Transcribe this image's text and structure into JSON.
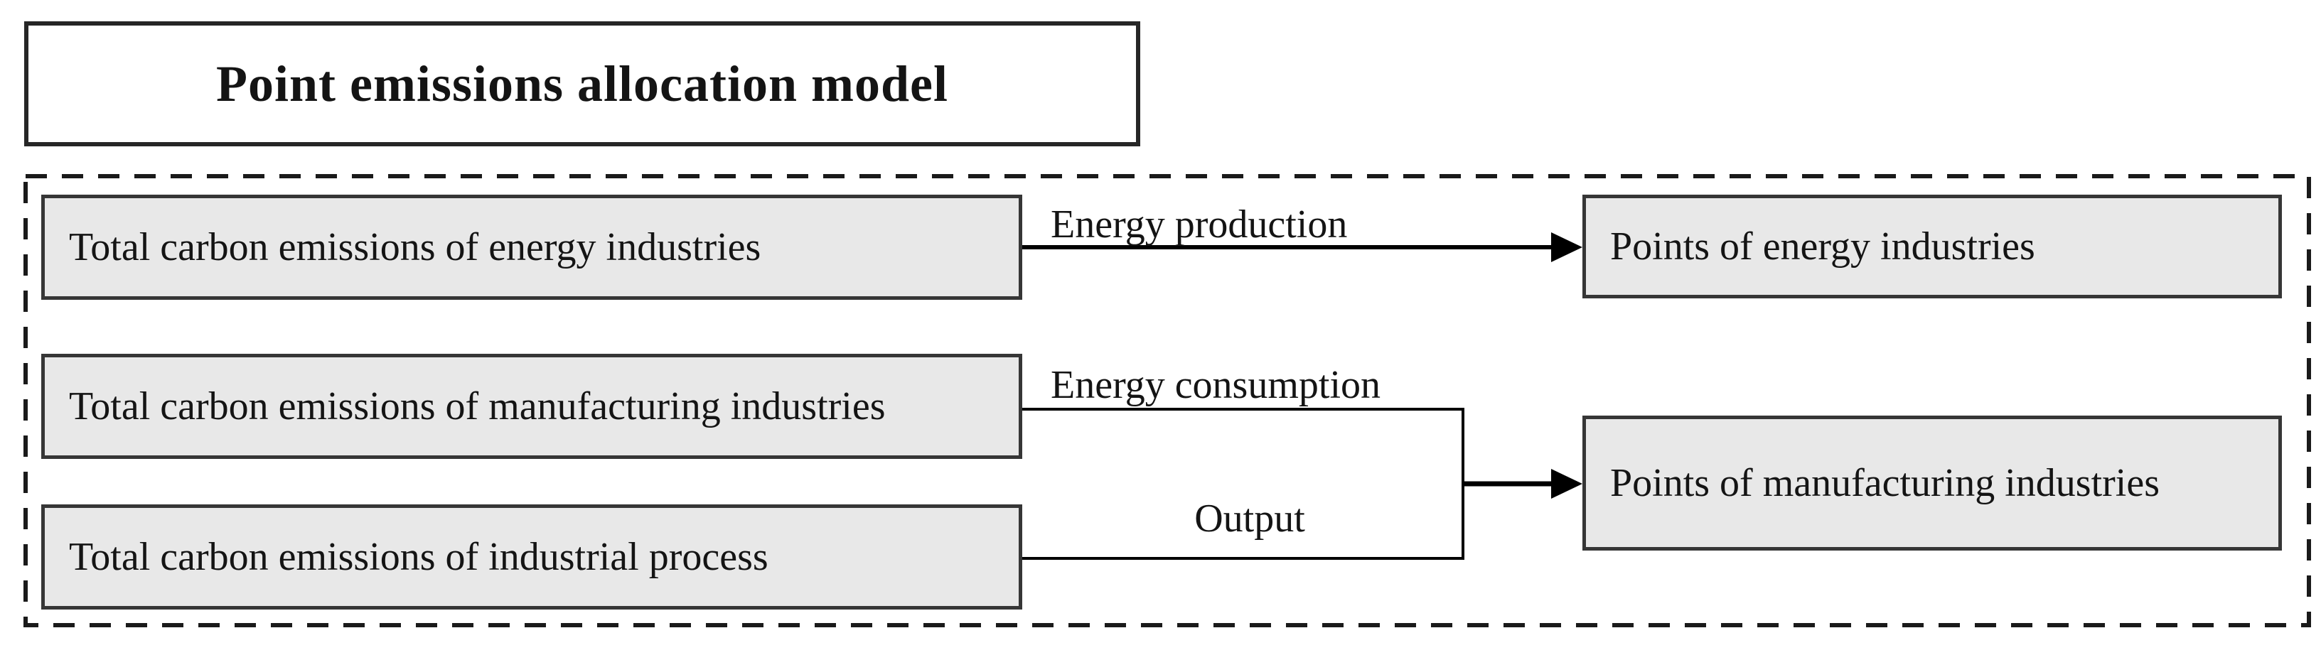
{
  "diagram": {
    "title": "Point emissions allocation model",
    "nodes": {
      "energy_total": {
        "label": "Total carbon emissions of energy industries"
      },
      "manufacturing_total": {
        "label": "Total carbon emissions of manufacturing industries"
      },
      "process_total": {
        "label": "Total carbon emissions of industrial process"
      },
      "energy_points": {
        "label": "Points of energy industries"
      },
      "manufacturing_points": {
        "label": "Points of manufacturing industries"
      }
    },
    "edges": {
      "energy_production": {
        "label": "Energy production",
        "from": "Total carbon emissions of energy industries",
        "to": "Points of energy industries"
      },
      "energy_consumption": {
        "label": "Energy consumption",
        "from": "Total carbon emissions of manufacturing industries",
        "to": "Points of manufacturing industries"
      },
      "output": {
        "label": "Output",
        "from": "Total carbon emissions of industrial process",
        "to": "Points of manufacturing industries"
      }
    },
    "colors": {
      "node_fill": "#e8e8e8",
      "node_border": "#363636",
      "line": "#000000",
      "dashed_boundary": "#1a1a1a",
      "background": "#ffffff"
    }
  }
}
